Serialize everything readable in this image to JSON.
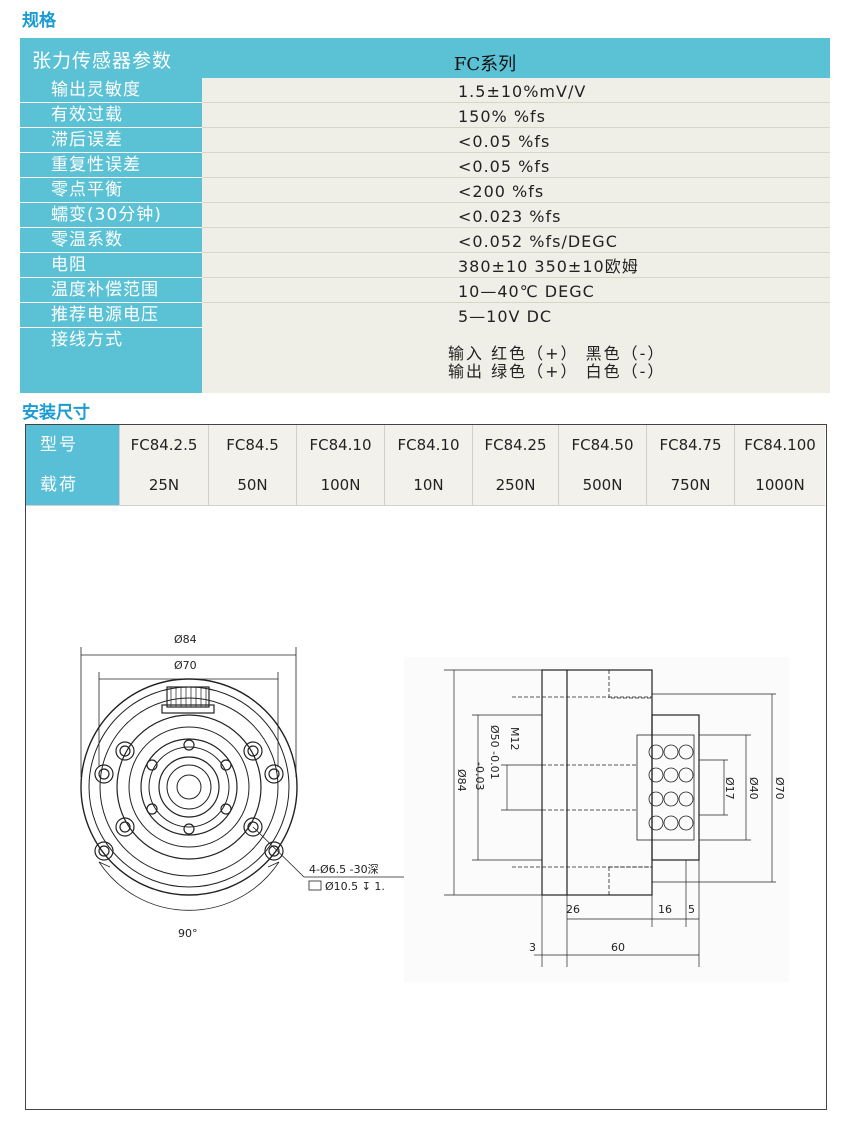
{
  "sections": {
    "spec_title": "规格",
    "install_title": "安装尺寸"
  },
  "spec": {
    "header_label": "张力传感器参数",
    "header_value": "FC系列",
    "rows": [
      {
        "label": "输出灵敏度",
        "value": "1.5±10%mV/V"
      },
      {
        "label": "有效过载",
        "value": "150%    %fs"
      },
      {
        "label": "滞后误差",
        "value": "<0.05    %fs"
      },
      {
        "label": "重复性误差",
        "value": "<0.05    %fs"
      },
      {
        "label": "零点平衡",
        "value": "<200    %fs"
      },
      {
        "label": "蠕变(30分钟)",
        "value": "<0.023  %fs"
      },
      {
        "label": "零温系数",
        "value": "<0.052   %fs/DEGC"
      },
      {
        "label": "电阻",
        "value": "380±10  350±10欧姆"
      },
      {
        "label": "温度补偿范围",
        "value": "10—40℃  DEGC"
      },
      {
        "label": "推荐电源电压",
        "value": "5—10V DC"
      },
      {
        "label": "接线方式",
        "value": ""
      }
    ],
    "wiring": [
      "输入  红色（+） 黑色（-）",
      "输出  绿色（+） 白色（-）"
    ]
  },
  "models": {
    "row_labels": [
      "型号",
      "载荷"
    ],
    "names": [
      "FC84.2.5",
      "FC84.5",
      "FC84.10",
      "FC84.10",
      "FC84.25",
      "FC84.50",
      "FC84.75",
      "FC84.100"
    ],
    "loads": [
      "25N",
      "50N",
      "100N",
      "10N",
      "250N",
      "500N",
      "750N",
      "1000N"
    ]
  },
  "drawing": {
    "front": {
      "outer_dia": "Ø84",
      "bolt_dia": "Ø70",
      "angle": "90°",
      "hole_note_1": "4-Ø6.5 -30深",
      "hole_note_2": "Ø10.5 ↧ 1."
    },
    "side": {
      "thread": "M12",
      "bore_dia": "Ø50 -0.01",
      "bore_tol": "-0.03",
      "outer_dia": "Ø84",
      "inner_dia": "Ø17",
      "mid_dia": "Ø40",
      "right_dia": "Ø70",
      "dim_26": "26",
      "dim_16": "16",
      "dim_5": "5",
      "dim_3": "3",
      "dim_60": "60"
    }
  },
  "colors": {
    "accent": "#1b9bd3",
    "header_bg": "#5bc2d6",
    "body_bg": "#f0efe7"
  }
}
